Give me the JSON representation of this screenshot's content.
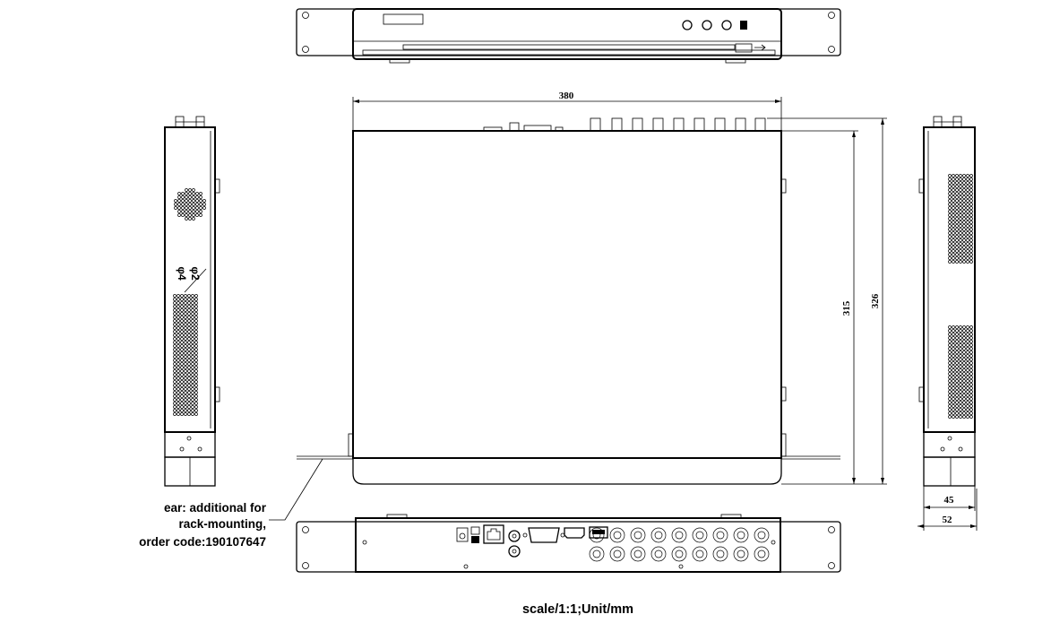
{
  "dimensions": {
    "top_width": "380",
    "depth_body": "315",
    "depth_total": "326",
    "side_body": "45",
    "side_total": "52"
  },
  "side_marks": {
    "phi4": "φ4",
    "phi2": "φ2"
  },
  "ear_note": {
    "line1": "ear: additional for",
    "line2": "rack-mounting,",
    "line3": "order code:190107647"
  },
  "scale_label": "scale/1:1;Unit/mm"
}
